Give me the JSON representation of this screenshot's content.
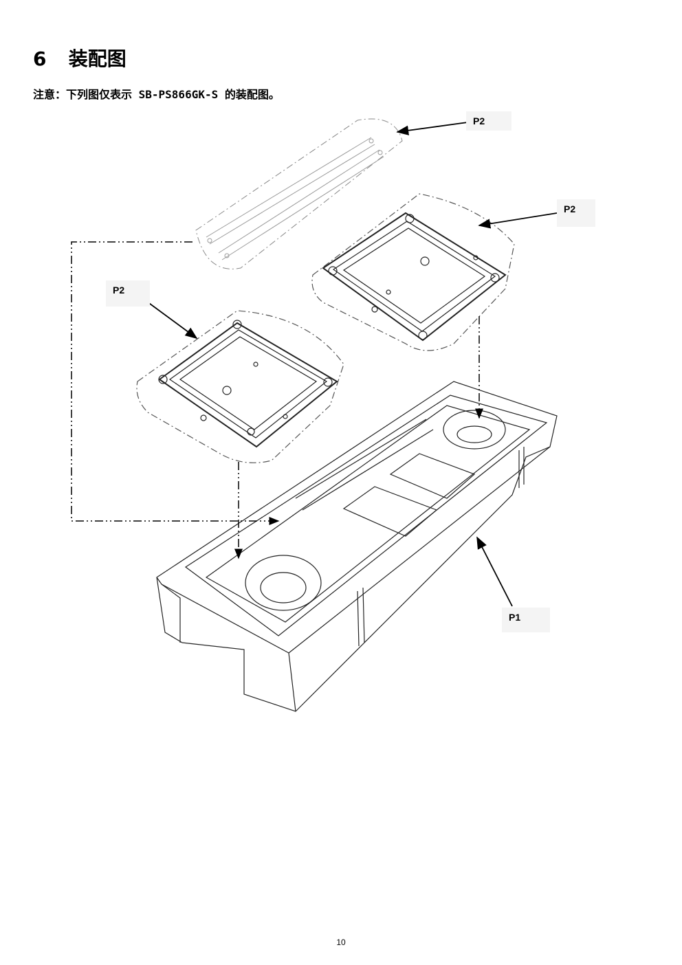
{
  "section": {
    "number": "6",
    "title": "装配图"
  },
  "note": "注意：下列图仅表示 SB-PS866GK-S 的装配图。",
  "callouts": {
    "rails": "P2",
    "plate_right": "P2",
    "plate_left": "P2",
    "base": "P1"
  },
  "page_number": "10"
}
